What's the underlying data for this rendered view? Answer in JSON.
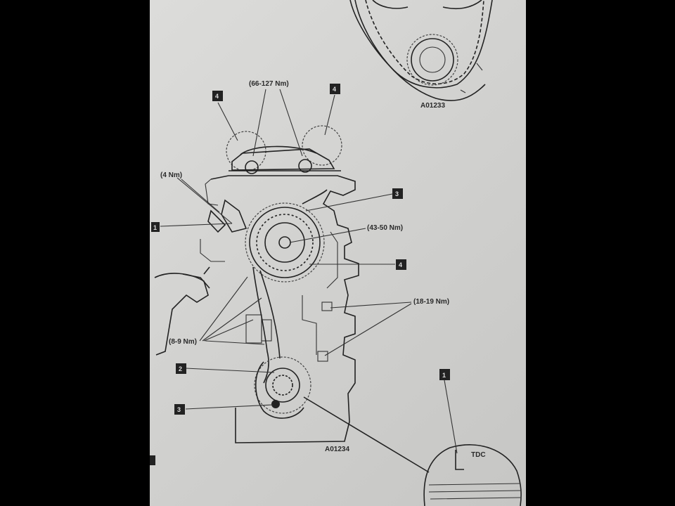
{
  "diagram": {
    "torque_callouts": {
      "camshaft_sprockets": "(66-127 Nm)",
      "small_left": "(4 Nm)",
      "idler_sprocket": "(43-50 Nm)",
      "right_bolts": "(18-19 Nm)",
      "guide_bolts": "(8-9 Nm)"
    },
    "callout_numbers": {
      "cam_left": "4",
      "cam_right": "4",
      "idler_upper": "3",
      "idler_left": "1",
      "idler_right": "4",
      "crank_upper": "2",
      "crank_lower": "3",
      "tdc_mark": "1"
    },
    "marks": {
      "tdc": "TDC"
    },
    "figure_codes": {
      "main": "A01234",
      "top_detail": "A01233"
    }
  }
}
